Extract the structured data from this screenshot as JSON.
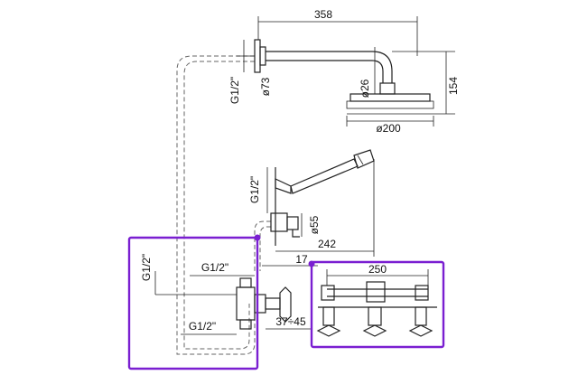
{
  "dimensions": {
    "arm_length": "358",
    "drop_height": "154",
    "arm_pipe_diameter": "ø26",
    "wall_flange_diameter": "ø73",
    "head_diameter": "ø200",
    "upper_inlet_thread": "G1/2\"",
    "handset_outlet_thread": "G1/2\"",
    "elbow_diameter": "ø55",
    "handset_projection": "242",
    "elbow_offset": "17",
    "left_inlet_thread": "G1/2\"",
    "mixer_thread": "G1/2\"",
    "lower_thread": "G1/2\"",
    "wall_depth_range": "37÷45",
    "mixer_width": "250"
  },
  "highlight_color": "#7a1fd1"
}
